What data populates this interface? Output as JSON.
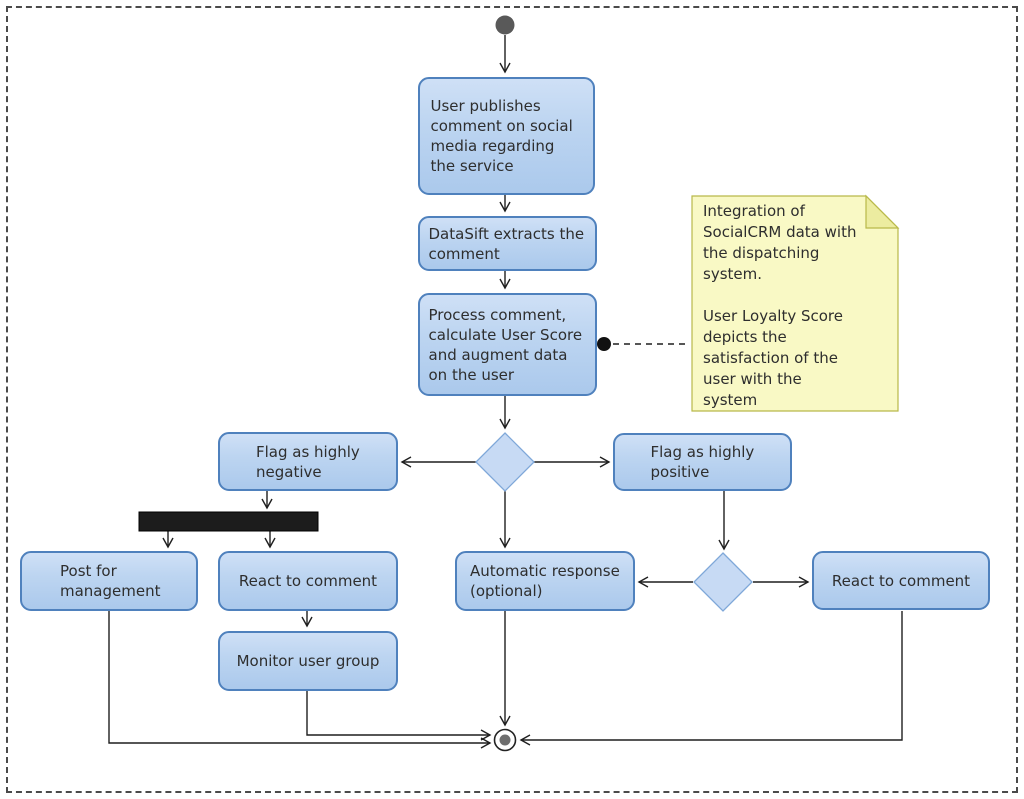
{
  "nodes": {
    "user_publishes": {
      "label": "User publishes comment on social media regarding the service"
    },
    "datasift_extracts": {
      "label": "DataSift extracts the comment"
    },
    "process_comment": {
      "label": "Process comment, calculate User Score and augment data on the user"
    },
    "flag_negative": {
      "label": "Flag as highly negative"
    },
    "flag_positive": {
      "label": "Flag as highly positive"
    },
    "post_management": {
      "label": "Post for management"
    },
    "react_comment_left": {
      "label": "React to comment"
    },
    "automatic_response": {
      "label": "Automatic response (optional)"
    },
    "react_comment_right": {
      "label": "React to comment"
    },
    "monitor_user_group": {
      "label": "Monitor user group"
    }
  },
  "note": {
    "text": "Integration of SocialCRM data with the dispatching system.\n\nUser Loyalty Score depicts the satisfaction of the user with the system"
  },
  "colors": {
    "activity_fill_top": "#cfe0f6",
    "activity_fill_bottom": "#abc9ec",
    "activity_border": "#4f81bd",
    "decision_fill": "#c7daf4",
    "decision_border": "#7fa8d9",
    "note_fill": "#f9f9c5",
    "note_border": "#b9b94a",
    "connector": "#1f1f1f",
    "fork_bar": "#1c1c1c",
    "start_node": "#595959",
    "text_color": "#2e2e2e",
    "page_border": "#4a4a4a"
  }
}
